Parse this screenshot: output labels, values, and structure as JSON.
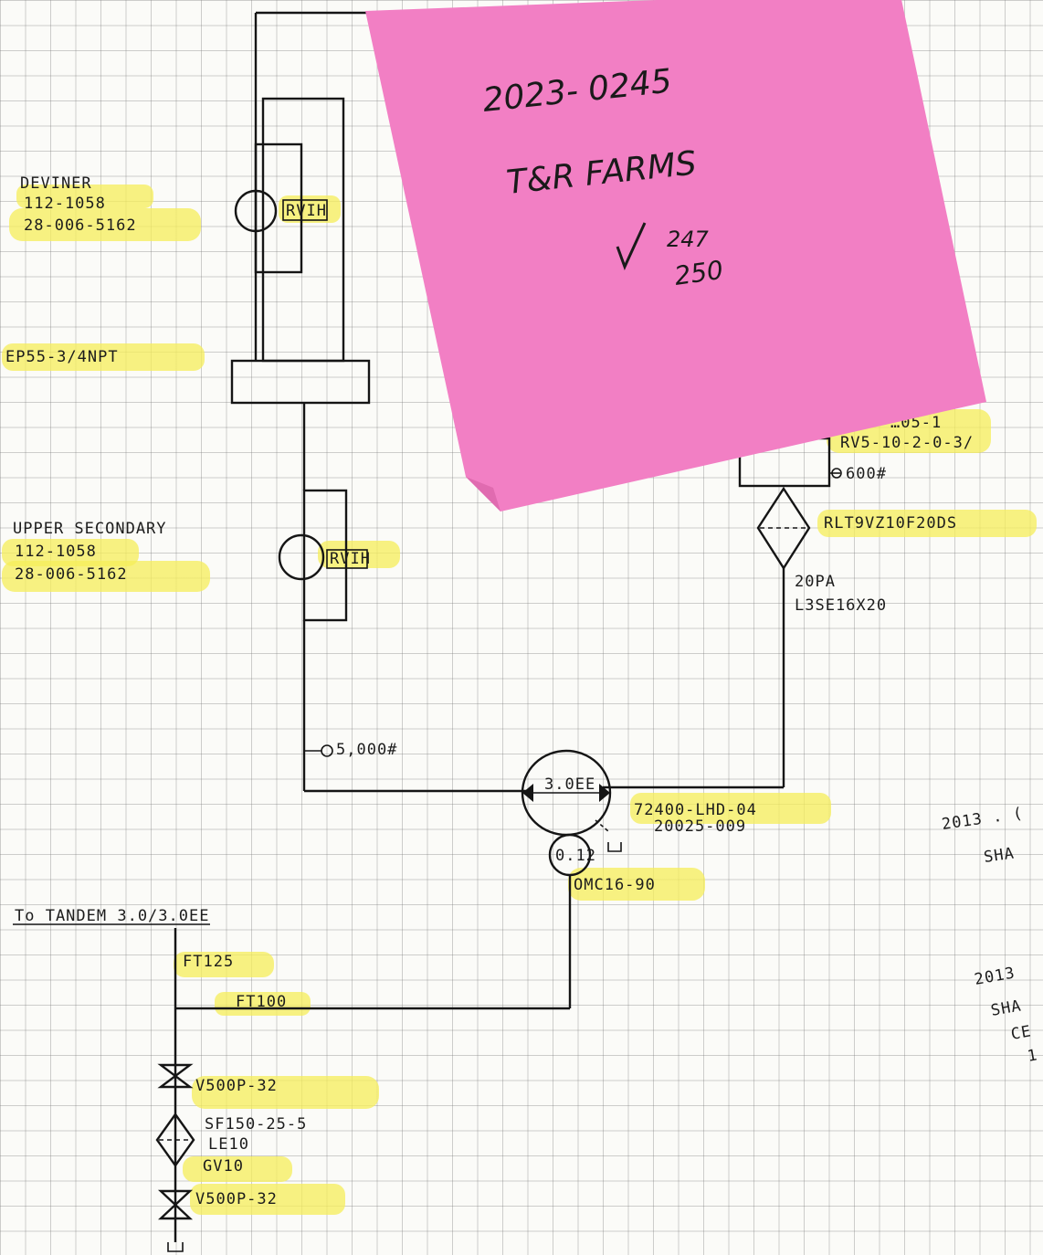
{
  "sticky_note": {
    "line1": "2023- 0245",
    "line2": "T&R FARMS",
    "check_top": "247",
    "check_bottom": "250"
  },
  "labels": {
    "deviner_title": "DEVINER",
    "deviner_part1": "112-1058",
    "deviner_part2": "28-006-5162",
    "fitting": "EP55-3/4NPT",
    "upper_title": "UPPER SECONDARY",
    "upper_part1": "112-1058",
    "upper_part2": "28-006-5162",
    "rvih_top": "RVIH",
    "rvih_bottom": "RVIH",
    "partial_1": "…05-1",
    "partial_2": "RV5-10-2-0-3/",
    "dot_600": "600#",
    "filter_part": "RLT9VZ10F20DS",
    "filter_20pa": "20PA",
    "filter_l3": "L3SE16X20",
    "gauge_5000": "5,000#",
    "motor_size": "3.0EE",
    "motor_part1": "72400-LHD-04",
    "motor_part2": "20025-009",
    "pump_small": "0.12",
    "pump_part": "OMC16-90",
    "tandem": "To TANDEM 3.0/3.0EE",
    "ft125": "FT125",
    "ft100": "FT100",
    "valve_top": "V500P-32",
    "filter2_1": "SF150-25-5",
    "filter2_2": "LE10",
    "filter2_3": "GV10",
    "valve_bottom": "V500P-32",
    "edge_a1": "2013 . (",
    "edge_a2": "SHA",
    "edge_b1": "2013",
    "edge_b2": "SHA",
    "edge_b3": "CE",
    "edge_b4": "1"
  },
  "colors": {
    "sticky": "#f27fc4",
    "highlight": "#f6ee5a",
    "ink": "#151515"
  }
}
